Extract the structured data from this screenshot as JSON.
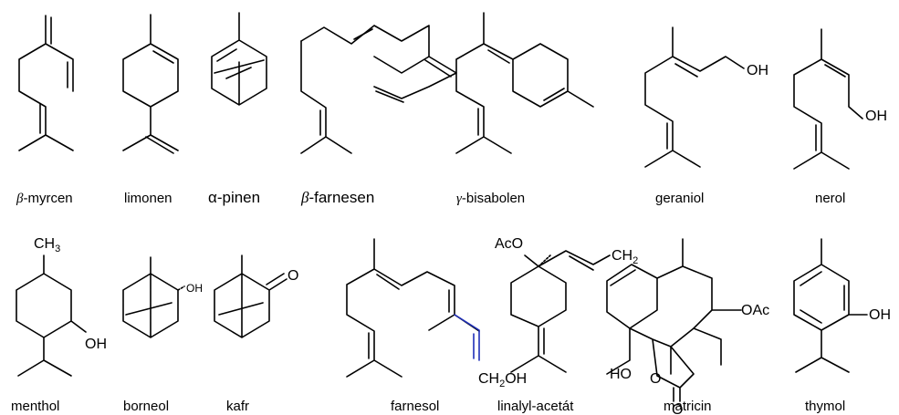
{
  "molecules": {
    "myrcen": {
      "prefix": "β",
      "name": "-myrcen"
    },
    "limonen": {
      "name": "limonen"
    },
    "pinen": {
      "prefix": "α",
      "name": "-pinen"
    },
    "farnesen": {
      "prefix": "β",
      "name": "-farnesen"
    },
    "bisabolen": {
      "prefix": "γ",
      "name": "-bisabolen"
    },
    "geraniol": {
      "name": "geraniol",
      "atom_oh": "OH"
    },
    "nerol": {
      "name": "nerol",
      "atom_oh": "OH"
    },
    "menthol": {
      "name": "menthol",
      "atom_ch": "CH",
      "atom_ch_sub": "3",
      "atom_oh": "OH"
    },
    "borneol": {
      "name": "borneol",
      "atom_oh": "OH"
    },
    "kafr": {
      "name": "kafr",
      "atom_o": "O"
    },
    "farnesol": {
      "name": "farnesol",
      "atom_ch2oh_a": "CH",
      "atom_ch2oh_sub": "2",
      "atom_ch2oh_b": "OH"
    },
    "linalyl": {
      "name": "linalyl-acetát",
      "atom_aco": "AcO",
      "atom_ch2": "CH",
      "atom_ch2_sub": "2"
    },
    "matricin": {
      "name": "matricin",
      "atom_oac": "OAc",
      "atom_ho": "HO",
      "atom_o_ring": "O",
      "atom_o_keto": "O"
    },
    "thymol": {
      "name": "thymol",
      "atom_oh": "OH"
    }
  },
  "colors": {
    "bond": "#000000",
    "highlight_bond": "#1f2fb8"
  }
}
